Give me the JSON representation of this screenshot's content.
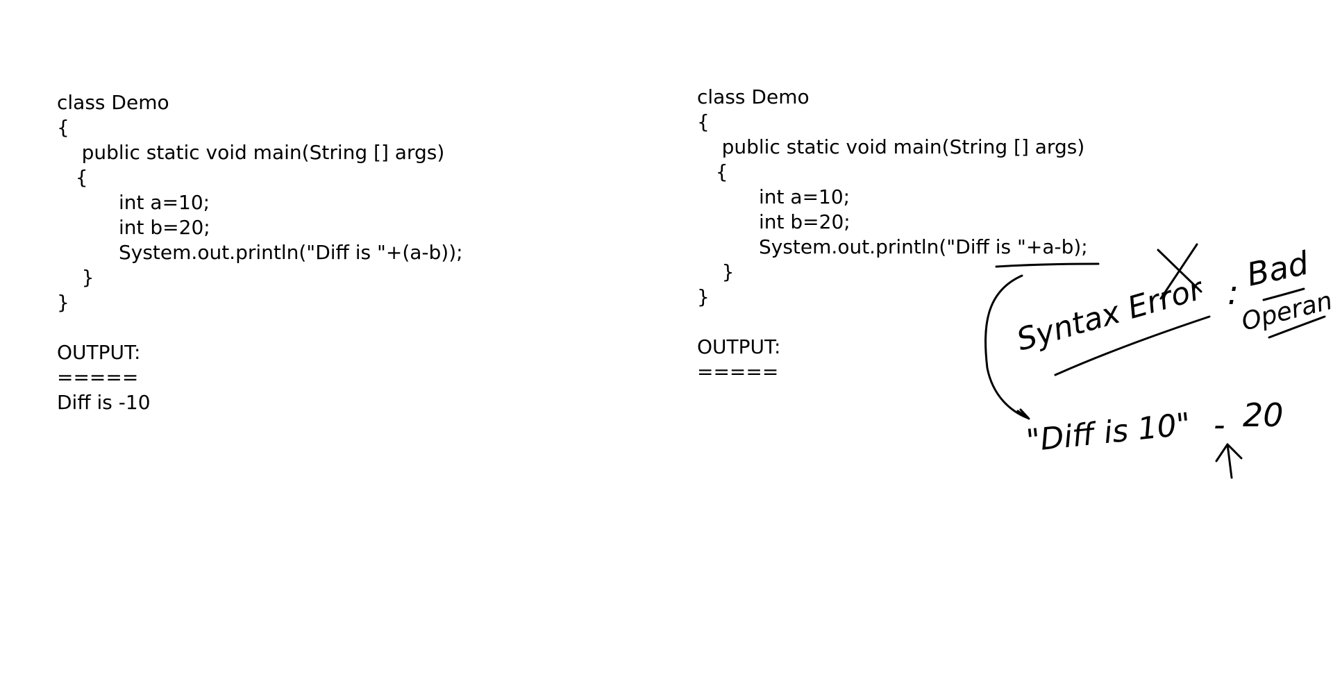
{
  "left_panel": {
    "lines": [
      "class Demo",
      "{",
      "    public static void main(String [] args)",
      "   {",
      "          int a=10;",
      "          int b=20;",
      "          System.out.println(\"Diff is \"+(a-b));",
      "    }",
      "}",
      "",
      "OUTPUT:",
      "=====",
      "Diff is -10"
    ]
  },
  "right_panel": {
    "lines": [
      "class Demo",
      "{",
      "    public static void main(String [] args)",
      "   {",
      "          int a=10;",
      "          int b=20;",
      "          System.out.println(\"Diff is \"+a-b);",
      "    }",
      "}",
      "",
      "OUTPUT:",
      "====="
    ]
  },
  "annotations": {
    "syntax_error": "Syntax Error",
    "colon": ":",
    "bad": "Bad",
    "operand": "Operand",
    "expression_left": "\"Diff is 10\"",
    "minus": "-",
    "twenty": "20"
  }
}
